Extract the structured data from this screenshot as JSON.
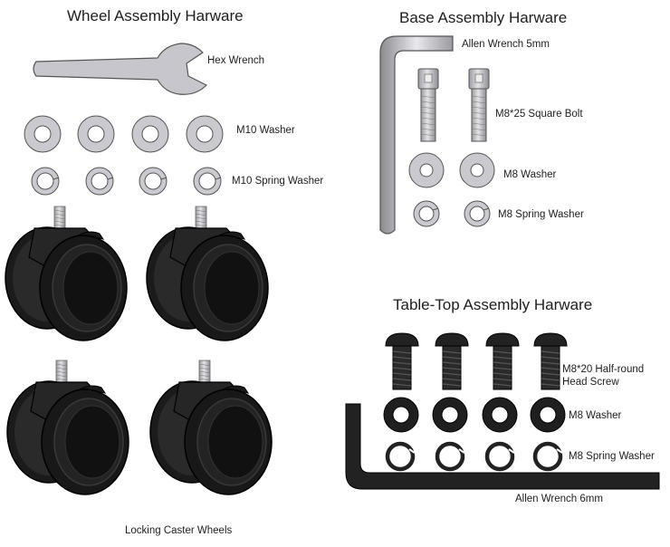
{
  "wheel_section": {
    "title": "Wheel Assembly Harware",
    "hex_wrench": "Hex Wrench",
    "m10_washer": "M10 Washer",
    "m10_spring_washer": "M10 Spring Washer",
    "caster_wheels": "Locking Caster Wheels"
  },
  "base_section": {
    "title": "Base Assembly Harware",
    "allen_wrench": "Allen Wrench 5mm",
    "square_bolt": "M8*25 Square Bolt",
    "m8_washer": "M8 Washer",
    "m8_spring_washer": "M8 Spring Washer"
  },
  "tabletop_section": {
    "title": "Table-Top Assembly Harware",
    "screw_line1": "M8*20 Half-round",
    "screw_line2": "Head Screw",
    "m8_washer": "M8 Washer",
    "m8_spring_washer": "M8 Spring Washer",
    "allen_wrench": "Allen Wrench 6mm"
  },
  "colors": {
    "metal_light": "#c9c9cf",
    "metal_stroke": "#555555",
    "black_part": "#1f1f1f",
    "wheel_dark": "#151515"
  }
}
